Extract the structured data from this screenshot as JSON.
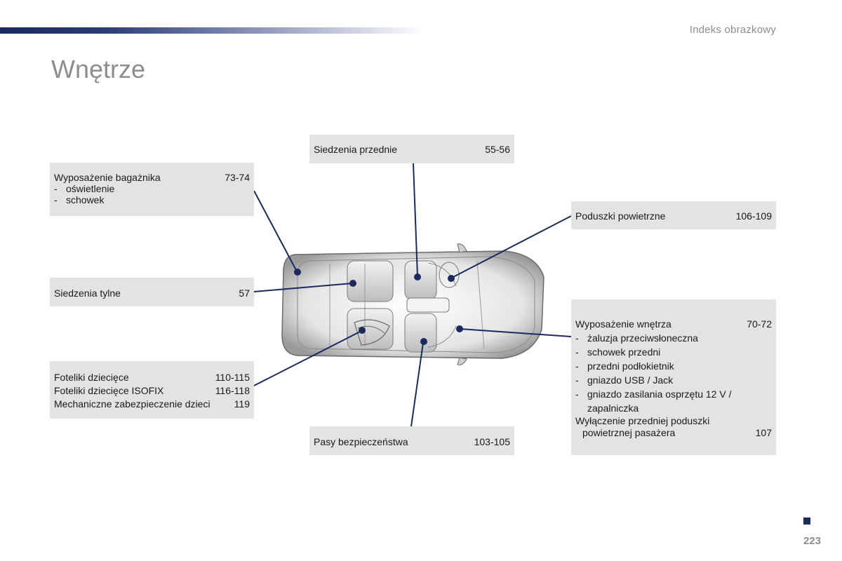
{
  "header": {
    "section_title": "Indeks obrazkowy",
    "page_title": "Wnętrze"
  },
  "boxes": {
    "bagaznik": {
      "label": "Wyposażenie bagażnika",
      "pages": "73-74",
      "items": [
        "oświetlenie",
        "schowek"
      ]
    },
    "tylne": {
      "label": "Siedzenia tylne",
      "pages": "57"
    },
    "foteliki": {
      "rows": [
        {
          "label": "Foteliki dziecięce",
          "pages": "110-115"
        },
        {
          "label": "Foteliki dziecięce ISOFIX",
          "pages": "116-118"
        },
        {
          "label": "Mechaniczne zabezpieczenie dzieci",
          "pages": "119"
        }
      ]
    },
    "przednie": {
      "label": "Siedzenia przednie",
      "pages": "55-56"
    },
    "pasy": {
      "label": "Pasy bezpieczeństwa",
      "pages": "103-105"
    },
    "poduszki": {
      "label": "Poduszki powietrzne",
      "pages": "106-109"
    },
    "wnetrza": {
      "label": "Wyposażenie wnętrza",
      "pages": "70-72",
      "items": [
        "żaluzja przeciwsłoneczna",
        "schowek przedni",
        "przedni podłokietnik",
        "gniazdo USB / Jack",
        "gniazdo zasilania osprzętu 12 V /"
      ],
      "item_continuation": "zapalniczka",
      "extra_label_line1": "Wyłączenie przedniej poduszki",
      "extra_label_line2": "powietrznej pasażera",
      "extra_pages": "107"
    }
  },
  "list_dash": "-",
  "footer": {
    "page_number": "223"
  },
  "colors": {
    "accent": "#1a2a5e",
    "box_bg": "#e3e3e3",
    "muted_text": "#8d8d8d"
  }
}
